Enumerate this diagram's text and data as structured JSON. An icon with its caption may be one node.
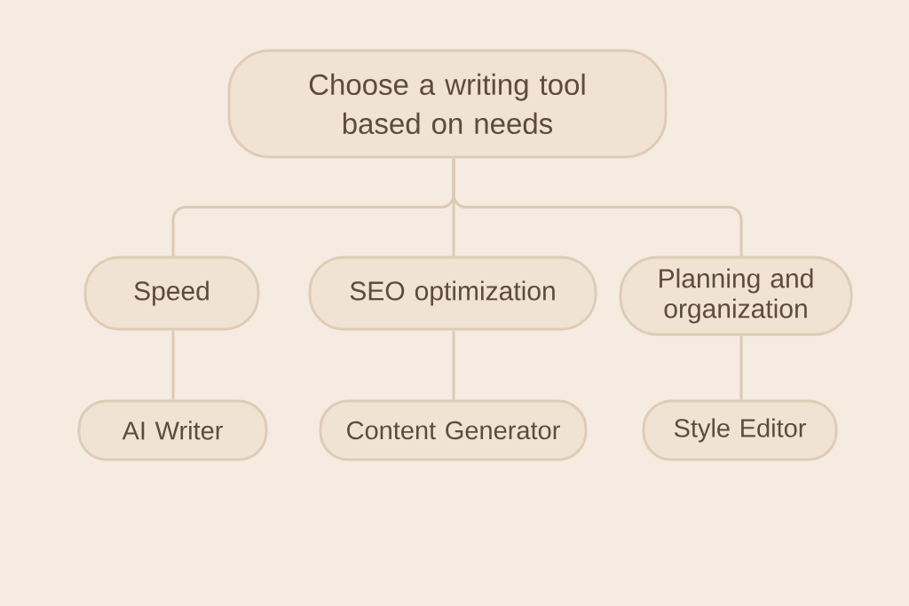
{
  "diagram": {
    "nodes": [
      {
        "text": [
          "Choose a writing tool based on needs"
        ]
      },
      {
        "text": [
          "Speed"
        ]
      },
      {
        "text": [
          "SEO optimization"
        ]
      },
      {
        "text": [
          "Planning and organization"
        ]
      },
      {
        "text": [
          "AI Writer"
        ]
      },
      {
        "text": [
          "Content Generator"
        ]
      },
      {
        "text": [
          "Style Editor"
        ]
      }
    ],
    "edges": [
      {
        "from": 0,
        "to": 1,
        "arrow": "none"
      },
      {
        "from": 0,
        "to": 2,
        "arrow": "none"
      },
      {
        "from": 0,
        "to": 3,
        "arrow": "none"
      },
      {
        "from": 1,
        "to": 4,
        "arrow": "none"
      },
      {
        "from": 2,
        "to": 5,
        "arrow": "none"
      },
      {
        "from": 3,
        "to": 6,
        "arrow": "none"
      }
    ]
  }
}
